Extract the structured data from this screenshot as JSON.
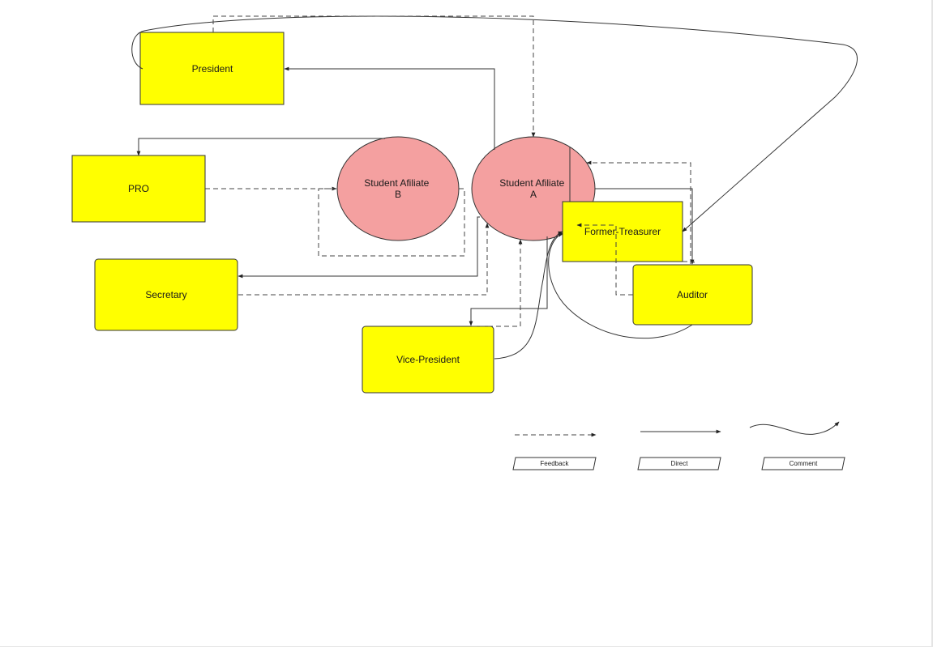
{
  "colors": {
    "box_fill": "#ffff00",
    "ellipse_fill": "#f4a0a0",
    "stroke": "#333333"
  },
  "nodes": {
    "president": "President",
    "pro": "PRO",
    "secretary": "Secretary",
    "vice_president": "Vice-President",
    "student_b": [
      "Student Afiliate",
      "B"
    ],
    "student_a": [
      "Student Afiliate",
      "A"
    ],
    "treasurer": "Former-Treasurer",
    "auditor": "Auditor"
  },
  "legend": {
    "feedback": "Feedback",
    "direct": "Direct",
    "comment": "Comment"
  }
}
